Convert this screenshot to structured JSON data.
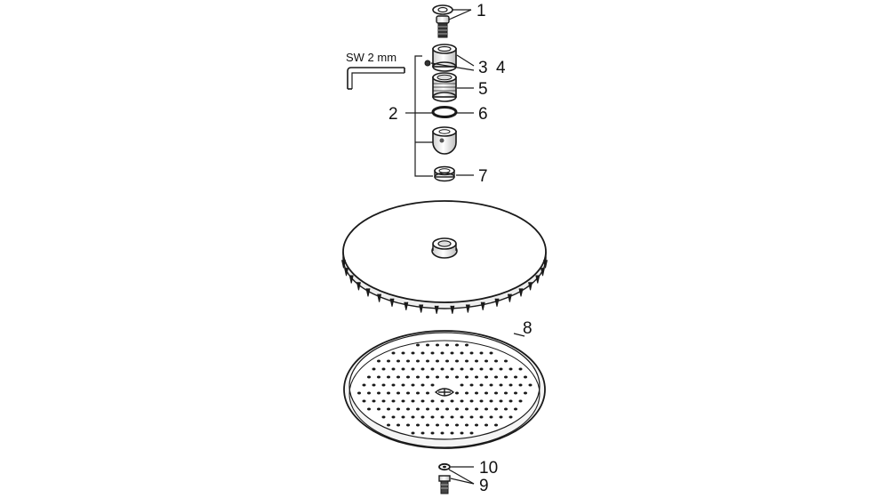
{
  "wrench": {
    "label": "SW 2 mm"
  },
  "parts": {
    "p1": "1",
    "p2": "2",
    "p3": "3",
    "p4": "4",
    "p5": "5",
    "p6": "6",
    "p7": "7",
    "p8": "8",
    "p9": "9",
    "p10": "10"
  },
  "colors": {
    "line": "#1a1a1a",
    "fill_light": "#f2f2f2",
    "fill_dark": "#555555"
  }
}
